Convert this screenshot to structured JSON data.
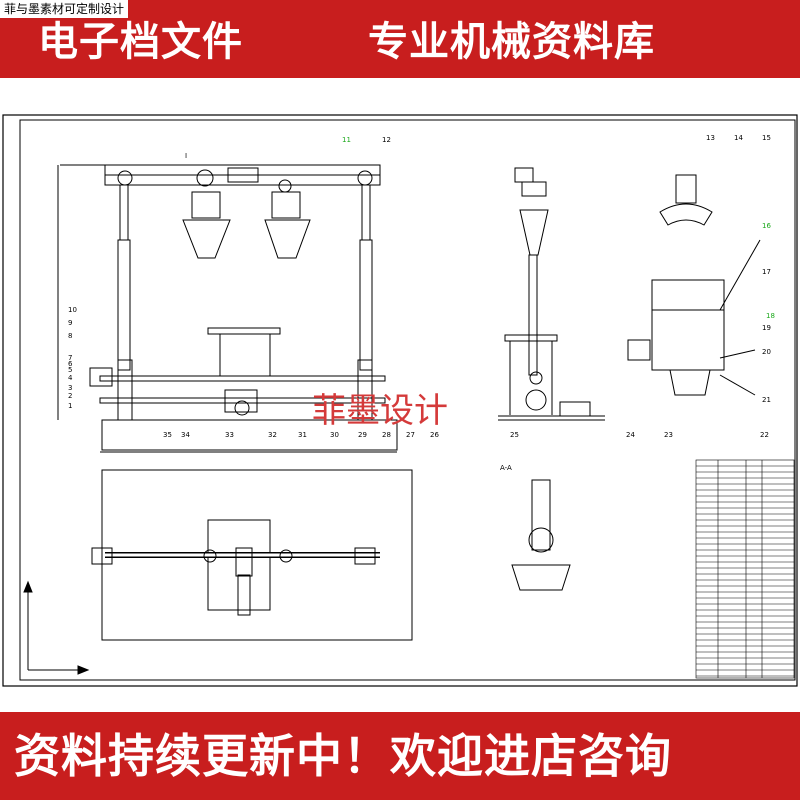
{
  "banner_top": {
    "watermark": "菲与墨素材可定制设计",
    "left_title": "电子档文件",
    "right_title": "专业机械资料库"
  },
  "drawing": {
    "watermark_text": "菲墨设计",
    "part_numbers_right": [
      "13",
      "14",
      "15"
    ],
    "right_labels": [
      "16",
      "17",
      "18",
      "19",
      "20",
      "21"
    ],
    "left_labels": [
      "10",
      "9",
      "8",
      "7",
      "6",
      "5",
      "4",
      "3",
      "2",
      "1"
    ],
    "bottom_labels": [
      "35",
      "34",
      "33",
      "32",
      "31",
      "30",
      "29",
      "28",
      "27",
      "26",
      "25",
      "24",
      "23",
      "22"
    ],
    "top_labels": [
      "11",
      "12"
    ],
    "section_label": "A-A",
    "pointer_label": "I"
  },
  "banner_bottom": {
    "text": "资料持续更新中！欢迎进店咨询"
  },
  "colors": {
    "banner_red": "#c81e1e",
    "line": "#000000",
    "watermark_red": "#d43a3a",
    "accent_green": "#1aa81a"
  }
}
